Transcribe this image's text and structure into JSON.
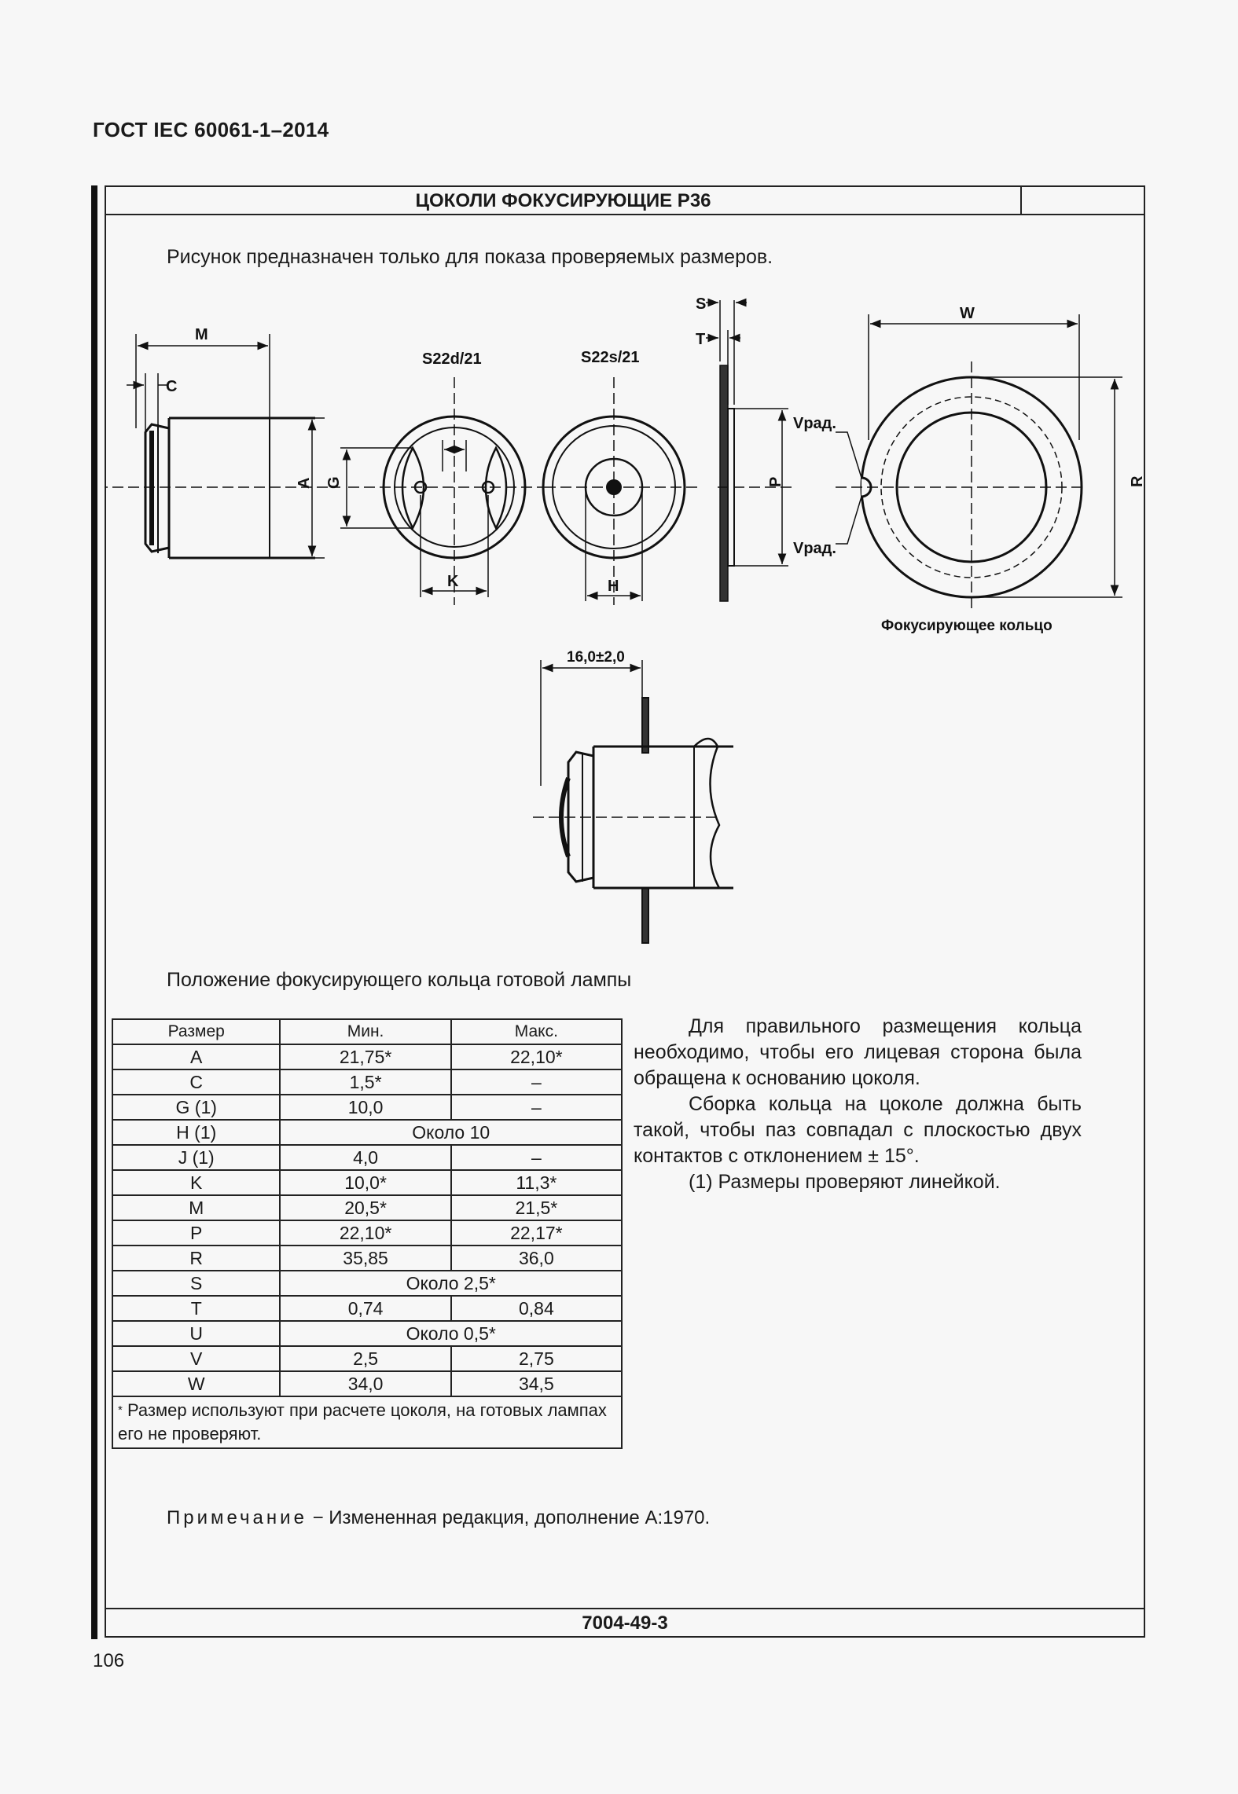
{
  "header": {
    "standard": "ГОСТ IEC 60061-1–2014"
  },
  "sheet": {
    "title": "ЦОКОЛИ ФОКУСИРУЮЩИЕ P36",
    "sheet_number": "7004-49-3"
  },
  "intro": "Рисунок предназначен только для показа проверяемых размеров.",
  "figure": {
    "labels": {
      "M": "M",
      "C": "C",
      "A": "A",
      "G": "G",
      "K": "K",
      "H": "H",
      "P": "P",
      "S": "S",
      "T": "T",
      "W": "W",
      "R": "R",
      "v_top": "Vрад.",
      "v_bottom": "Vрад.",
      "view_d": "S22d/21",
      "view_s": "S22s/21",
      "ring": "Фокусирующее кольцо",
      "ring_pos": "16,0±2,0"
    },
    "caption": "Положение фокусирующего кольца готовой лампы"
  },
  "table": {
    "headers": [
      "Размер",
      "Мин.",
      "Макс."
    ],
    "rows": [
      [
        "A",
        "21,75*",
        "22,10*"
      ],
      [
        "C",
        "1,5*",
        "–"
      ],
      [
        "G (1)",
        "10,0",
        "–"
      ],
      [
        "H (1)",
        "Около 10",
        ""
      ],
      [
        "J (1)",
        "4,0",
        "–"
      ],
      [
        "K",
        "10,0*",
        "11,3*"
      ],
      [
        "M",
        "20,5*",
        "21,5*"
      ],
      [
        "P",
        "22,10*",
        "22,17*"
      ],
      [
        "R",
        "35,85",
        "36,0"
      ],
      [
        "S",
        "Около 2,5*",
        ""
      ],
      [
        "T",
        "0,74",
        "0,84"
      ],
      [
        "U",
        "Около 0,5*",
        ""
      ],
      [
        "V",
        "2,5",
        "2,75"
      ],
      [
        "W",
        "34,0",
        "34,5"
      ]
    ],
    "footnote_mark": "*",
    "footnote": "Размер используют при расчете цоколя, на готовых лампах его не проверяют."
  },
  "side_text": [
    "Для правильного размещения кольца необходимо, чтобы его лицевая сторона была обращена к основанию цоколя.",
    "Сборка кольца на цоколе должна быть такой, чтобы паз совпадал с плоскостью двух контактов с отклонением ± 15°.",
    "(1) Размеры проверяют линейкой."
  ],
  "note": {
    "label": "Примечание",
    "text": " − Измененная редакция, дополнение A:1970."
  },
  "page_number": "106"
}
